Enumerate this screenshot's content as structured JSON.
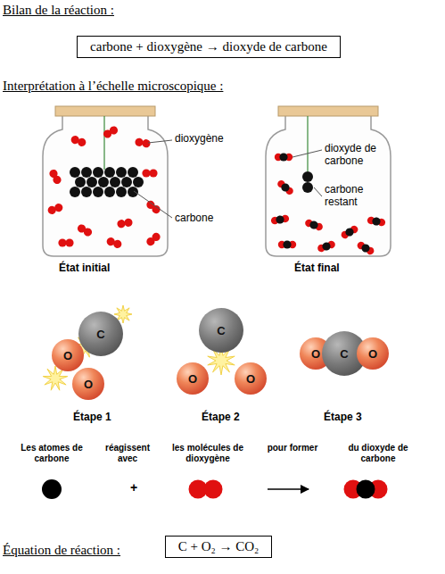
{
  "diagram": {
    "nodes": [
      {
        "text": [
          "carbone + dioxygène → dioxyde de carbone"
        ]
      },
      {
        "text": [
          "C"
        ]
      },
      {
        "text": [
          "O"
        ]
      },
      {
        "text": [
          "O"
        ]
      },
      {
        "text": [
          "C"
        ]
      },
      {
        "text": [
          "O"
        ]
      },
      {
        "text": [
          "O"
        ]
      },
      {
        "text": [
          "O"
        ]
      },
      {
        "text": [
          "C"
        ]
      },
      {
        "text": [
          "O"
        ]
      },
      {
        "text": [
          "C + O₂ → CO₂"
        ]
      }
    ],
    "labels": [
      "Bilan de la réaction :",
      "Interprétation à l’échelle microscopique :",
      "dioxygène",
      "carbone",
      "État initial",
      "dioxyde de carbone",
      "carbone restant",
      "État final",
      "Étape 1",
      "Étape 2",
      "Étape 3",
      "Les atomes de carbone",
      "réagissent avec",
      "les molécules de dioxygène",
      "pour former",
      "du dioxyde de carbone",
      "+",
      "Équation de réaction :"
    ]
  }
}
